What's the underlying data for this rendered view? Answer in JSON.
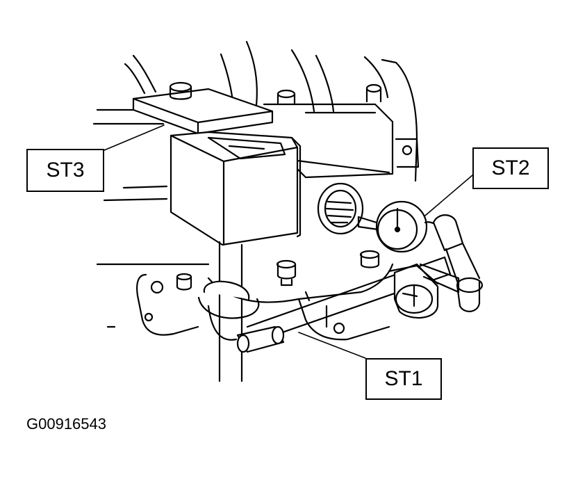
{
  "callouts": {
    "st1": "ST1",
    "st2": "ST2",
    "st3": "ST3"
  },
  "figure_id": "G00916543",
  "colors": {
    "line": "#000000",
    "background": "#ffffff"
  }
}
